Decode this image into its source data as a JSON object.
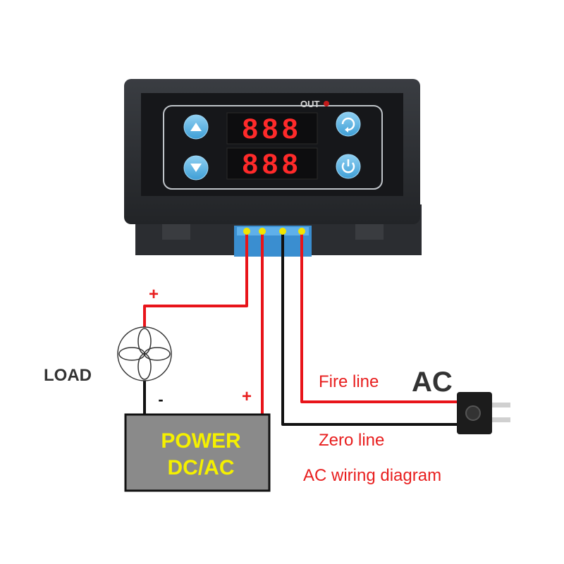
{
  "device": {
    "out_label": "OUT",
    "display_top": "888",
    "display_bottom": "888",
    "buttons": {
      "up": "up-arrow-icon",
      "down": "down-arrow-icon",
      "cycle": "cycle-icon",
      "power": "power-icon"
    }
  },
  "labels": {
    "load": "LOAD",
    "load_plus": "+",
    "load_minus": "-",
    "power_plus": "+",
    "power_line1": "POWER",
    "power_line2": "DC/AC",
    "fire_line": "Fire line",
    "ac": "AC",
    "zero_line": "Zero line",
    "diagram_caption": "AC wiring diagram"
  },
  "colors": {
    "wire_red": "#e8141a",
    "wire_black": "#111111",
    "terminal_yellow": "#f2e600",
    "power_box_fill": "#8a8a8a",
    "power_text": "#f5f000",
    "label_red": "#e81e1e",
    "display_red": "#ff2a2a",
    "button_blue": "#5ab4e6"
  }
}
